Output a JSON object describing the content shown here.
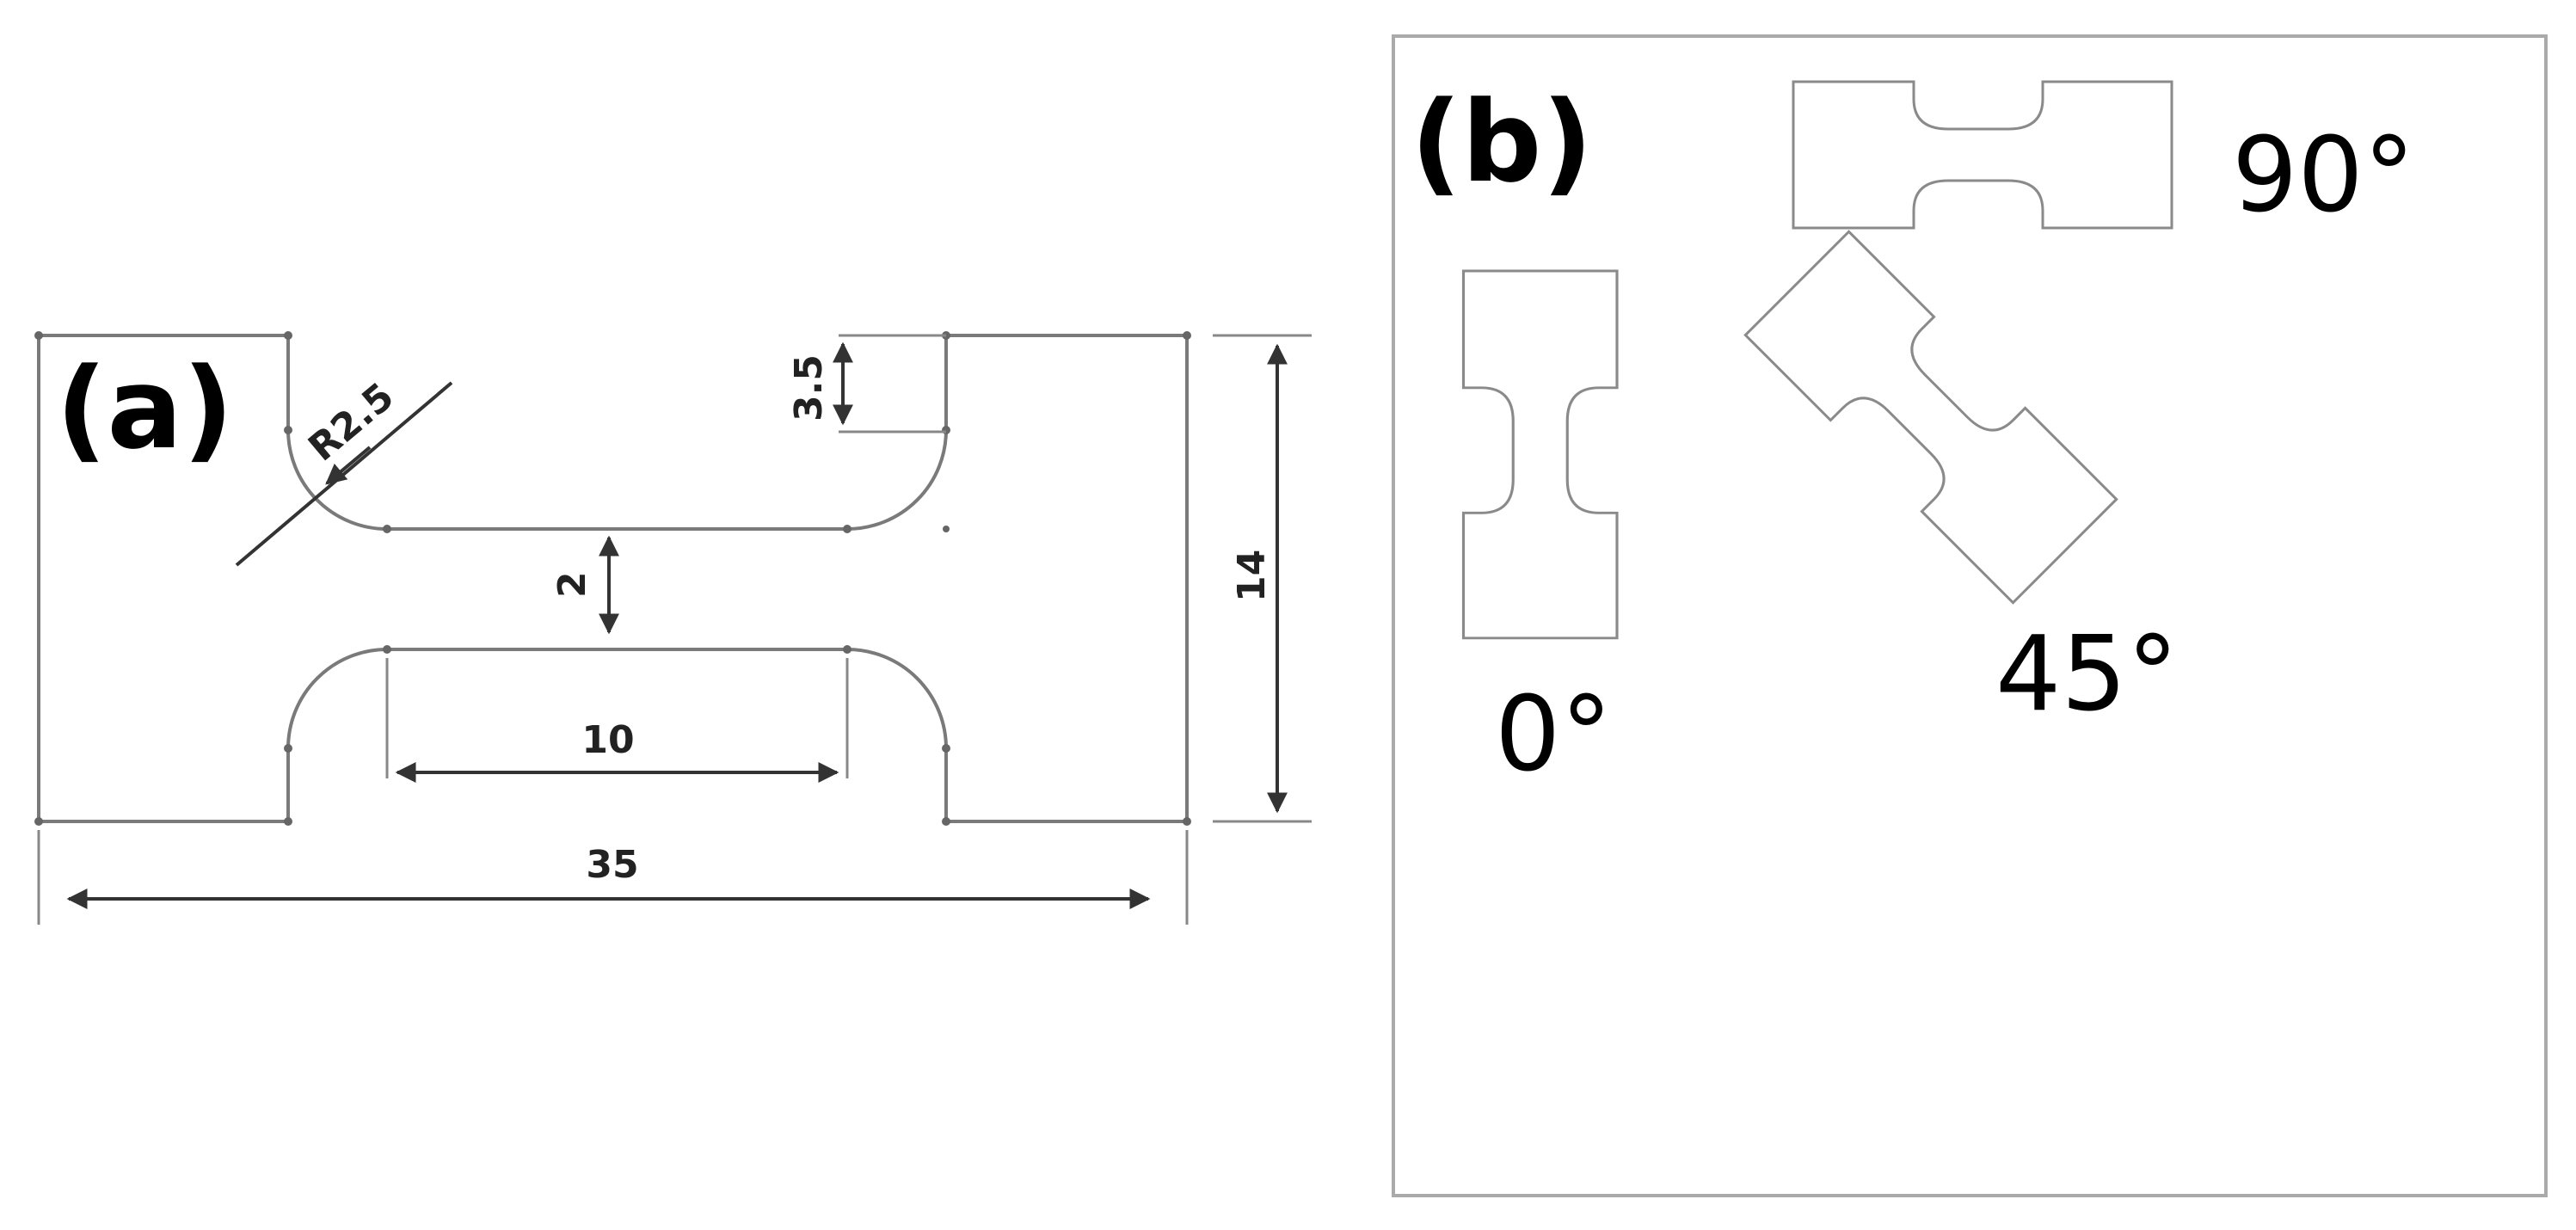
{
  "panels": {
    "a": {
      "label": "(a)",
      "dimensions": {
        "radius": "R2.5",
        "shoulder_depth": "3.5",
        "gauge_width": "2",
        "gauge_length": "10",
        "overall_length": "35",
        "overall_height": "14"
      }
    },
    "b": {
      "label": "(b)",
      "orientations": [
        "0°",
        "45°",
        "90°"
      ]
    }
  },
  "colors": {
    "outline": "#7a7a7a",
    "dimension": "#333333",
    "text": "#000000"
  }
}
